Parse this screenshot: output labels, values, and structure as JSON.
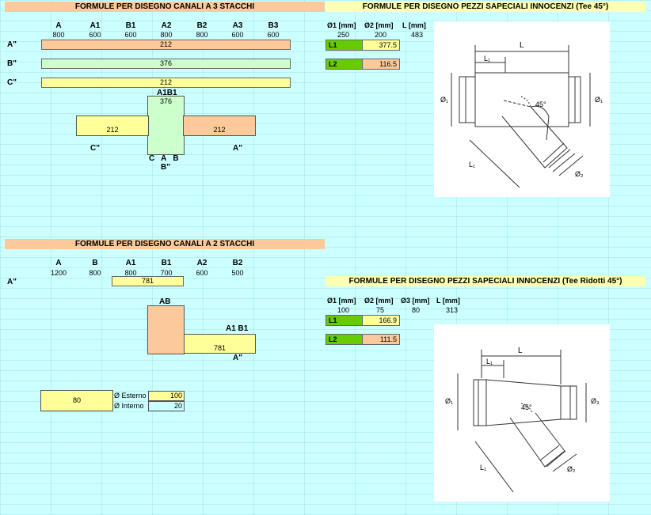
{
  "section1": {
    "title": "FORMULE PER DISEGNO CANALI A 3 STACCHI",
    "columns": [
      {
        "letter": "A",
        "value": "800"
      },
      {
        "letter": "A1",
        "value": "600"
      },
      {
        "letter": "B1",
        "value": "600"
      },
      {
        "letter": "A2",
        "value": "800"
      },
      {
        "letter": "B2",
        "value": "800"
      },
      {
        "letter": "A3",
        "value": "600"
      },
      {
        "letter": "B3",
        "value": "600"
      }
    ],
    "rows": [
      {
        "label": "A\"",
        "value": "212"
      },
      {
        "label": "B\"",
        "value": "376"
      },
      {
        "label": "C\"",
        "value": "212"
      }
    ],
    "diagram": {
      "top_label": "A1B1",
      "center_value": "376",
      "left_value": "212",
      "right_value": "212",
      "left_label": "C\"",
      "right_label": "A\"",
      "bottom_letters": "C   A   B",
      "bottom_label": "B\""
    }
  },
  "section2": {
    "title": "FORMULE PER DISEGNO PEZZI SAPECIALI INNOCENZI (Tee 45°)",
    "headers": [
      "Ø1 [mm]",
      "Ø2 [mm]",
      "L [mm]"
    ],
    "values": [
      "250",
      "200",
      "483"
    ],
    "l1_label": "L1",
    "l1_value": "377.5",
    "l2_label": "L2",
    "l2_value": "116.5",
    "drawing": {
      "L": "L",
      "L1": "L₁",
      "d1_left": "Ø₁",
      "d1_right": "Ø₁",
      "d2": "Ø₂",
      "angle": "45°",
      "Lt": "L₁"
    }
  },
  "section3": {
    "title": "FORMULE PER DISEGNO CANALI A 2 STACCHI",
    "columns": [
      {
        "letter": "A",
        "value": "1200"
      },
      {
        "letter": "B",
        "value": "800"
      },
      {
        "letter": "A1",
        "value": "800"
      },
      {
        "letter": "B1",
        "value": "700"
      },
      {
        "letter": "A2",
        "value": "600"
      },
      {
        "letter": "B2",
        "value": "500"
      }
    ],
    "row": {
      "label": "A\"",
      "value": "781"
    },
    "diagram": {
      "top_label": "AB",
      "right_label": "A1 B1",
      "right_value": "781",
      "bottom_label": "A\""
    },
    "circle": {
      "value": "80",
      "ext_label": "Ø Esterno",
      "ext_value": "100",
      "int_label": "Ø Interno",
      "int_value": "20"
    }
  },
  "section4": {
    "title": "FORMULE PER DISEGNO PEZZI SAPECIALI INNOCENZI (Tee Ridotti 45°)",
    "headers": [
      "Ø1 [mm]",
      "Ø2 [mm]",
      "Ø3 [mm]",
      "L [mm]"
    ],
    "values": [
      "100",
      "75",
      "80",
      "313"
    ],
    "l1_label": "L1",
    "l1_value": "166.9",
    "l2_label": "L2",
    "l2_value": "111.5",
    "drawing": {
      "L": "L",
      "L1": "L₁",
      "d1": "Ø₁",
      "d3": "Ø₃",
      "d2": "Ø₂",
      "angle": "45°",
      "Lt": "L₁"
    }
  }
}
